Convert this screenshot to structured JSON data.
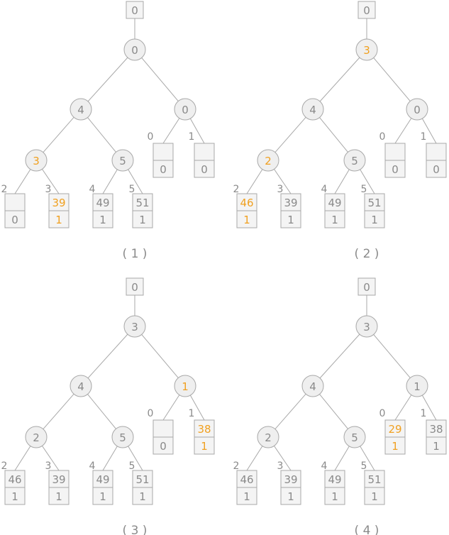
{
  "colors": {
    "line": "#a8a8a8",
    "text": "#8a8a8a",
    "highlight": "#f0a020",
    "node_fill": "#efefef"
  },
  "panels": [
    {
      "caption": "( 1 )",
      "root_box": "0",
      "internal": [
        {
          "value": "0",
          "hl": false
        },
        {
          "value": "4",
          "hl": false
        },
        {
          "value": "0",
          "hl": false
        },
        {
          "value": "3",
          "hl": true
        },
        {
          "value": "5",
          "hl": false
        }
      ],
      "leaves": [
        {
          "index": "2",
          "top": "",
          "bottom": "0",
          "hl": false
        },
        {
          "index": "3",
          "top": "39",
          "bottom": "1",
          "hl": true
        },
        {
          "index": "4",
          "top": "49",
          "bottom": "1",
          "hl": false
        },
        {
          "index": "5",
          "top": "51",
          "bottom": "1",
          "hl": false
        },
        {
          "index": "0",
          "top": "",
          "bottom": "0",
          "hl": false
        },
        {
          "index": "1",
          "top": "",
          "bottom": "0",
          "hl": false
        }
      ]
    },
    {
      "caption": "( 2 )",
      "root_box": "0",
      "internal": [
        {
          "value": "3",
          "hl": true
        },
        {
          "value": "4",
          "hl": false
        },
        {
          "value": "0",
          "hl": false
        },
        {
          "value": "2",
          "hl": true
        },
        {
          "value": "5",
          "hl": false
        }
      ],
      "leaves": [
        {
          "index": "2",
          "top": "46",
          "bottom": "1",
          "hl": true
        },
        {
          "index": "3",
          "top": "39",
          "bottom": "1",
          "hl": false
        },
        {
          "index": "4",
          "top": "49",
          "bottom": "1",
          "hl": false
        },
        {
          "index": "5",
          "top": "51",
          "bottom": "1",
          "hl": false
        },
        {
          "index": "0",
          "top": "",
          "bottom": "0",
          "hl": false
        },
        {
          "index": "1",
          "top": "",
          "bottom": "0",
          "hl": false
        }
      ]
    },
    {
      "caption": "( 3 )",
      "root_box": "0",
      "internal": [
        {
          "value": "3",
          "hl": false
        },
        {
          "value": "4",
          "hl": false
        },
        {
          "value": "1",
          "hl": true
        },
        {
          "value": "2",
          "hl": false
        },
        {
          "value": "5",
          "hl": false
        }
      ],
      "leaves": [
        {
          "index": "2",
          "top": "46",
          "bottom": "1",
          "hl": false
        },
        {
          "index": "3",
          "top": "39",
          "bottom": "1",
          "hl": false
        },
        {
          "index": "4",
          "top": "49",
          "bottom": "1",
          "hl": false
        },
        {
          "index": "5",
          "top": "51",
          "bottom": "1",
          "hl": false
        },
        {
          "index": "0",
          "top": "",
          "bottom": "0",
          "hl": false
        },
        {
          "index": "1",
          "top": "38",
          "bottom": "1",
          "hl": true
        }
      ]
    },
    {
      "caption": "( 4 )",
      "root_box": "0",
      "internal": [
        {
          "value": "3",
          "hl": false
        },
        {
          "value": "4",
          "hl": false
        },
        {
          "value": "1",
          "hl": false
        },
        {
          "value": "2",
          "hl": false
        },
        {
          "value": "5",
          "hl": false
        }
      ],
      "leaves": [
        {
          "index": "2",
          "top": "46",
          "bottom": "1",
          "hl": false
        },
        {
          "index": "3",
          "top": "39",
          "bottom": "1",
          "hl": false
        },
        {
          "index": "4",
          "top": "49",
          "bottom": "1",
          "hl": false
        },
        {
          "index": "5",
          "top": "51",
          "bottom": "1",
          "hl": false
        },
        {
          "index": "0",
          "top": "29",
          "bottom": "1",
          "hl": true
        },
        {
          "index": "1",
          "top": "38",
          "bottom": "1",
          "hl": false
        }
      ]
    }
  ]
}
